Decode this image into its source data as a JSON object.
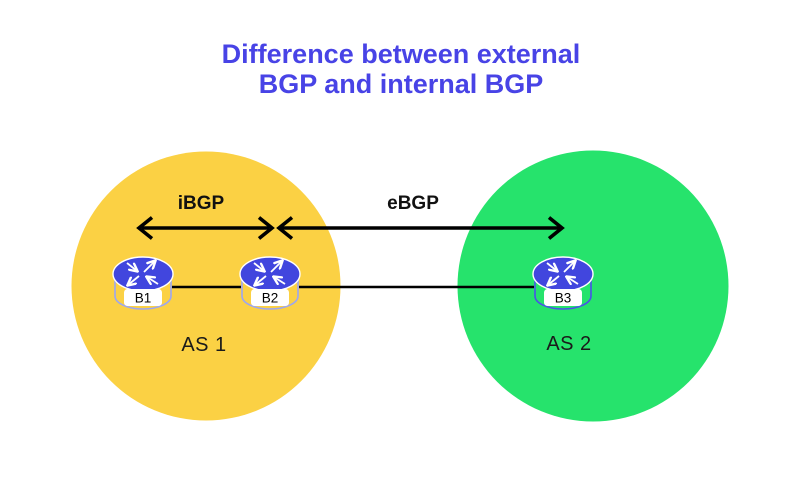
{
  "title": {
    "line1": "Difference between external",
    "line2": "BGP and internal BGP"
  },
  "arrows": {
    "ibgp_label": "iBGP",
    "ebgp_label": "eBGP"
  },
  "as1": {
    "label": "AS 1",
    "routers": {
      "b1": "B1",
      "b2": "B2"
    }
  },
  "as2": {
    "label": "AS 2",
    "routers": {
      "b3": "B3"
    }
  },
  "colors": {
    "background": "#FFFFFF",
    "title": "#4843E6",
    "as1_fill": "#FBD144",
    "as2_fill": "#26E36C",
    "router_top": "#4146DE",
    "router_edge_light": "#9CA6F2",
    "router_edge_dark": "#4A52E8",
    "router_arrow": "#FFFFFF",
    "label_bg": "#FFFFFF",
    "line": "#000000"
  }
}
